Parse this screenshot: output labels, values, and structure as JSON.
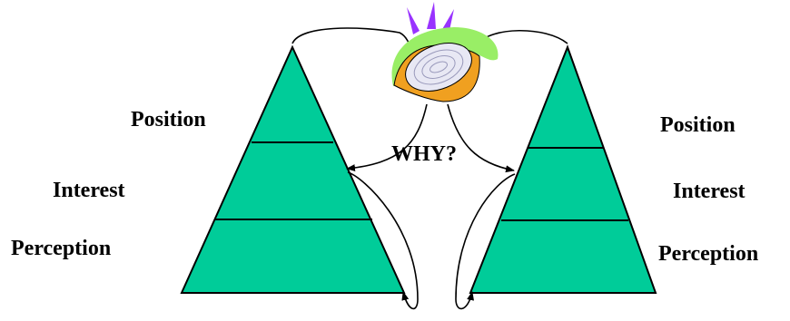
{
  "diagram": {
    "question": "WHY?",
    "left_pyramid": {
      "labels": [
        "Position",
        "Interest",
        "Perception"
      ]
    },
    "right_pyramid": {
      "labels": [
        "Position",
        "Interest",
        "Perception"
      ]
    },
    "icon": "onion-icon"
  },
  "colors": {
    "pyramid_fill": "#00CC99",
    "outline": "#000000",
    "onion_skin": "#F0A020",
    "onion_leaves": "#99EE66",
    "onion_sprouts": "#9933FF",
    "onion_flesh": "#E8E8F4"
  }
}
